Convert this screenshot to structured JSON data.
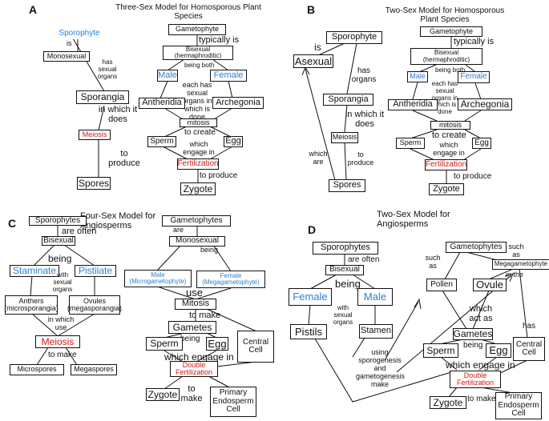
{
  "A": {
    "label": "A",
    "title": "Three-Sex Model for Homosporous Plant Species",
    "sporophyte": "Sporophyte",
    "is": "is",
    "monosexual": "Monosexual",
    "has_organs": "has sexual organs",
    "sporangia": "Sporangia",
    "in_which": "in which it does",
    "meiosis": "Meiosis",
    "to_produce": "to produce",
    "spores": "Spores",
    "gametophyte": "Gametophyte",
    "typically": "typically is",
    "bisexual": "Bisexual (hermaphroditic)",
    "being_both": "being both",
    "male": "Male",
    "female": "Female",
    "each_has": "each has sexual organs in which is done",
    "antheridia": "Antheridia",
    "archegonia": "Archegonia",
    "mitosis": "mitosis",
    "to_create": "to create",
    "sperm": "Sperm",
    "egg": "Egg",
    "engage": "which engage in",
    "fertilization": "Fertilization",
    "to_produce2": "to produce",
    "zygote": "Zygote"
  },
  "B": {
    "label": "B",
    "title": "Two-Sex Model for Homosporous Plant Species",
    "sporophyte": "Sporophyte",
    "is": "is",
    "asexual": "Asexual",
    "has_organs": "has organs",
    "sporangia": "Sporangia",
    "in_which": "in which it does",
    "meiosis": "Meiosis",
    "to_produce": "to produce",
    "spores": "Spores",
    "which_are": "which are",
    "gametophyte": "Gametophyte",
    "typically": "typically is",
    "bisexual": "Bisexual (hermaphroditic)",
    "being_both": "being both",
    "male": "Male",
    "female": "Female",
    "each_has": "each has sexual organs in which is done",
    "antheridia": "Antheridia",
    "archegonia": "Archegonia",
    "mitosis": "mitosis",
    "to_create": "to create",
    "sperm": "Sperm",
    "egg": "Egg",
    "engage": "which engage in",
    "fertilization": "Fertilization",
    "to_produce2": "to produce",
    "zygote": "Zygote"
  },
  "C": {
    "label": "C",
    "title": "Four-Sex Model for Angiosperms",
    "sporophytes": "Sporophytes",
    "often": "are often",
    "bisexual": "Bisexual",
    "being": "being",
    "staminate": "Staminate",
    "pistilate": "Pistilate",
    "with_organs": "with sexual organs",
    "anthers": "Anthers (microsporangia)",
    "ovules": "Ovules (megasporangia)",
    "in_which_use": "in which use",
    "meiosis": "Meiosis",
    "to_make": "to make",
    "microspores": "Microspores",
    "megaspores": "Megaspores",
    "gametophytes": "Gametophytes",
    "are": "are",
    "monosexual": "Monosexual",
    "being2": "being",
    "male": "Male (Microgametophyte)",
    "female": "Female (Megagametophyte)",
    "use": "use",
    "mitosis": "Mitosis",
    "to_make2": "to make",
    "gametes": "Gametes",
    "being3": "being",
    "sperm": "Sperm",
    "egg": "Egg",
    "central": "Central Cell",
    "engage": "which engage in",
    "double": "Double Fertilization",
    "zygote": "Zygote",
    "to_make3": "to make",
    "endosperm": "Primary Endosperm Cell"
  },
  "D": {
    "label": "D",
    "title": "Two-Sex Model for Angiosperms",
    "sporophytes": "Sporophytes",
    "often": "are often",
    "bisexual": "Bisexual",
    "being": "being",
    "female": "Female",
    "male": "Male",
    "with_organs": "with sexual organs",
    "pistils": "Pistils",
    "stamen": "Stamen",
    "using": "using sporogenesis and gametogenesis make",
    "gametophytes": "Gametophytes",
    "such_as": "such as",
    "such_as2": "such as",
    "megagametophyte": "Megagametophyte",
    "in_the": "in the",
    "pollen": "Pollen",
    "ovule": "Ovule",
    "act_as": "which act as",
    "gametes": "Gametes",
    "has": "has",
    "being2": "being",
    "sperm": "Sperm",
    "egg": "Egg",
    "central": "Central Cell",
    "engage": "which engage in",
    "double": "Double Fertilization",
    "zygote": "Zygote",
    "to_make": "to make",
    "endosperm": "Primary Endosperm Cell"
  }
}
